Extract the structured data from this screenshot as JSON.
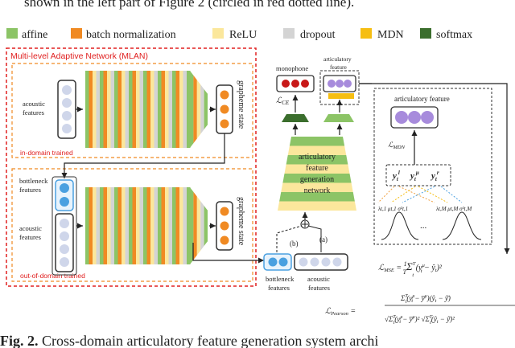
{
  "top_caption_fragment": "shown in the left part of Figure 2 (circled in red dotted line).",
  "legend": [
    {
      "label": "affine",
      "color": "#8cc466"
    },
    {
      "label": "batch normalization",
      "color": "#f08a23"
    },
    {
      "label": "ReLU",
      "color": "#fbe79c"
    },
    {
      "label": "dropout",
      "color": "#d4d4d4"
    },
    {
      "label": "MDN",
      "color": "#f6be12"
    },
    {
      "label": "softmax",
      "color": "#3b6e2d"
    }
  ],
  "mlan": {
    "title": "Multi-level Adaptive Network (MLAN)",
    "in_domain_label": "in-domain trained",
    "out_domain_label": "out-of-domain trained",
    "acoustic_features": "acoustic\nfeatures",
    "bottleneck_features": "bottleneck\nfeatures",
    "grapheme_state": "grapheme state"
  },
  "middle": {
    "monophone": "monophone",
    "articulatory_feature": "articulatory\nfeature",
    "loss_ce": "ℒ",
    "loss_ce_sub": "CE",
    "network_label": "articulatory\nfeature\ngeneration\nnetwork",
    "plus": "⊕",
    "branch_b": "(b)",
    "branch_a": "(a)",
    "bottleneck_features": "bottleneck\nfeatures",
    "acoustic_features": "acoustic\nfeatures"
  },
  "right": {
    "articulatory_feature": "articulatory feature",
    "loss_mdn": "ℒ",
    "loss_mdn_sub": "MDN",
    "y_l": "y",
    "y_mu": "y",
    "y_r": "y",
    "ellipsis": "...",
    "lambda1": "λt,1 μt,1 σ²t,1",
    "lambdaM": "λt,M μt,M σ²t,M",
    "mse_eq": "ℒMSE = (1/T) Σt (yμt − ŷt)²",
    "pearson_lhs": "ℒPearson =",
    "pearson_num": "Σ(yμt − ȳμ)(ŷt − ŷ̄)",
    "pearson_den": "√Σ(yμt − ȳμ)² √Σ(ŷt − ŷ̄)²"
  },
  "bottom_caption_fragment": "Fig. 2. Cross-domain articulatory feature generation system archi"
}
